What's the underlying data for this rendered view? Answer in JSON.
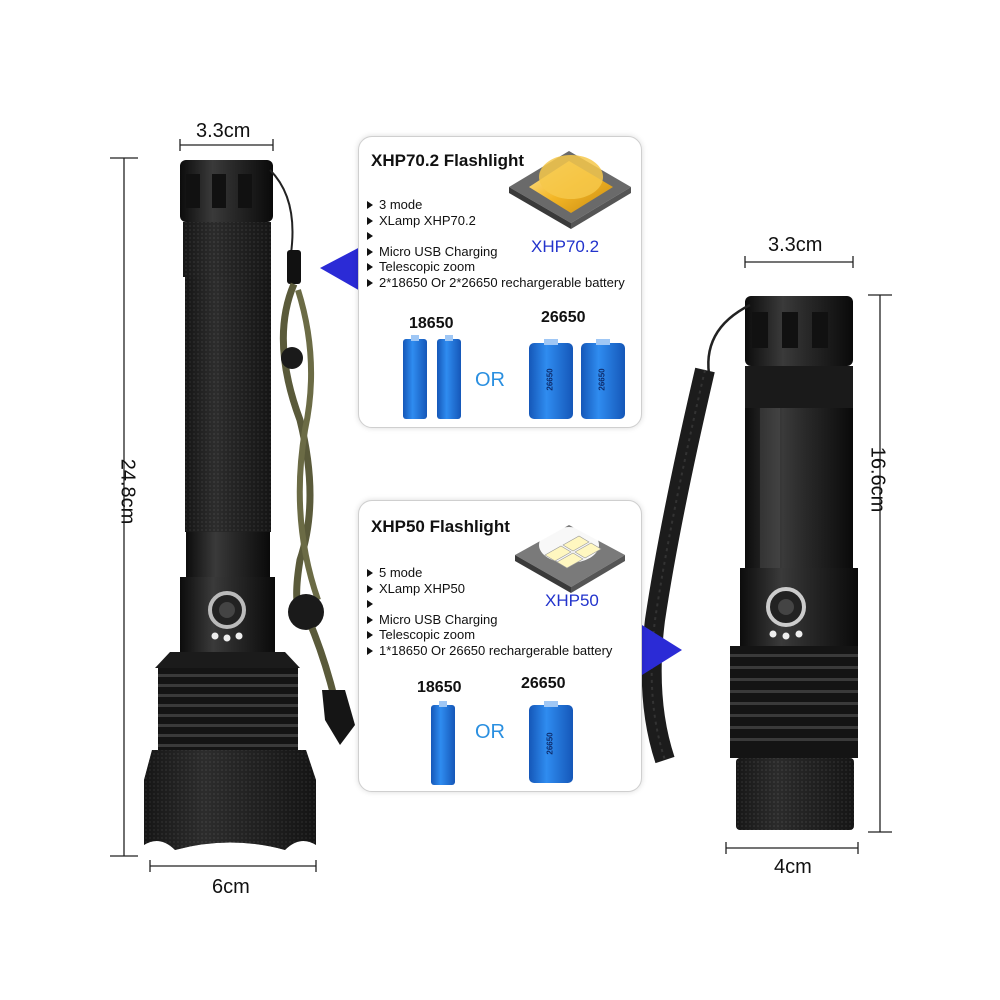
{
  "dimensions": {
    "left_top_width": "3.3cm",
    "left_height": "24.8cm",
    "left_bottom_width": "6cm",
    "right_top_width": "3.3cm",
    "right_height": "16.6cm",
    "right_bottom_width": "4cm"
  },
  "card_xhp70": {
    "title": "XHP70.2 Flashlight",
    "features": [
      "3 mode",
      "XLamp XHP70.2",
      "",
      "Micro USB Charging",
      "Telescopic zoom",
      "2*18650 Or 2*26650 rechargerable battery"
    ],
    "chip_label": "XHP70.2",
    "battery_a_label": "18650",
    "battery_b_label": "26650",
    "or_text": "OR",
    "battery_b_print": "26650"
  },
  "card_xhp50": {
    "title": "XHP50 Flashlight",
    "features": [
      "5 mode",
      "XLamp XHP50",
      "",
      "Micro USB Charging",
      "Telescopic zoom",
      "1*18650  Or 26650 rechargerable battery"
    ],
    "chip_label": "XHP50",
    "battery_a_label": "18650",
    "battery_b_label": "26650",
    "or_text": "OR",
    "battery_b_print": "26650"
  },
  "colors": {
    "pointer_blue": "#2b2bd6",
    "chip_gold": "#f0b420",
    "battery_blue": "#1f7be0",
    "or_blue": "#2a8fe0",
    "flashlight_body": "#1a1a1a"
  }
}
